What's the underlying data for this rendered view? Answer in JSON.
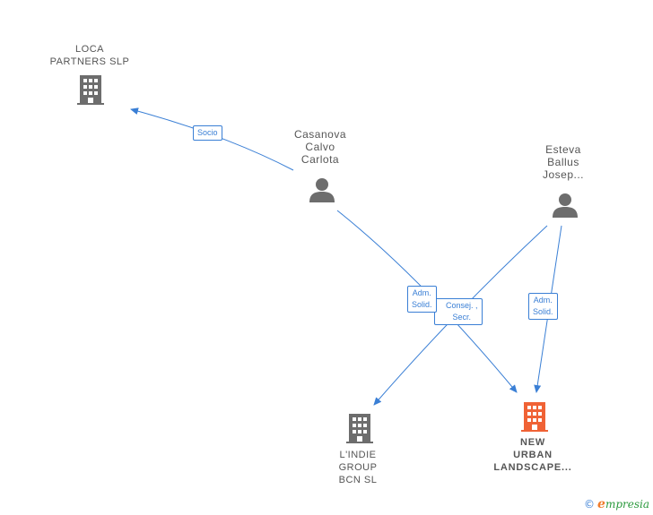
{
  "colors": {
    "edge": "#3a7fd5",
    "company": "#6d6d6d",
    "main_company": "#f06235",
    "person": "#6d6d6d"
  },
  "nodes": {
    "loca": {
      "label_lines": [
        "LOCA",
        "PARTNERS  SLP"
      ],
      "icon": "building-icon"
    },
    "casanova": {
      "label_lines": [
        "Casanova",
        "Calvo",
        "Carlota"
      ],
      "icon": "person-icon"
    },
    "esteva": {
      "label_lines": [
        "Esteva",
        "Ballus",
        "Josep..."
      ],
      "icon": "person-icon"
    },
    "lindie": {
      "label_lines": [
        "L'INDIE",
        "GROUP",
        "BCN  SL"
      ],
      "icon": "building-icon"
    },
    "newurban": {
      "label_lines": [
        "NEW",
        "URBAN",
        "LANDSCAPE..."
      ],
      "icon": "building-icon"
    }
  },
  "edges": {
    "socio": {
      "label_lines": [
        "Socio"
      ]
    },
    "adm_casanova": {
      "label_lines": [
        "Adm.",
        "Solid."
      ]
    },
    "consej": {
      "label_lines": [
        "Consej. ,",
        "Secr."
      ]
    },
    "adm_esteva": {
      "label_lines": [
        "Adm.",
        "Solid."
      ]
    }
  },
  "footer": {
    "copyright": "©",
    "brand_initial": "e",
    "brand_rest": "mpresia"
  }
}
